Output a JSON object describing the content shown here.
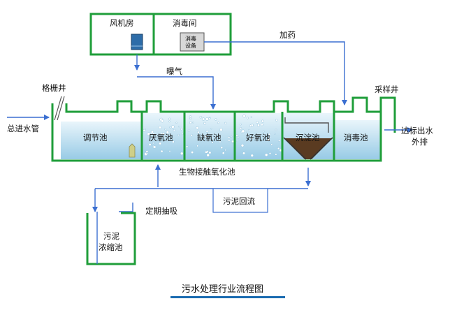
{
  "colors": {
    "wall": "#1f9e3a",
    "water_top": "#e9f5fb",
    "water_bottom": "#98cbe6",
    "flow": "#3b6fd1",
    "sludge": "#5a3b21",
    "caption_bar": "#1a6bb0",
    "text": "#111111"
  },
  "labels": {
    "fan_room": "风机房",
    "disinfect_room": "消毒间",
    "disinfect_device_l1": "消毒",
    "disinfect_device_l2": "设备",
    "dosing": "加药",
    "aeration": "曝气",
    "grille_well": "格栅井",
    "sampling_well": "采样井",
    "inlet_pipe": "总进水管",
    "outlet_l1": "达标出水",
    "outlet_l2": "外排",
    "reactor_group": "生物接触氧化池",
    "sludge_return": "污泥回流",
    "periodic_pumping": "定期抽吸",
    "sludge_thickener_l1": "污泥",
    "sludge_thickener_l2": "浓缩池"
  },
  "tanks": [
    {
      "id": "regulating",
      "label": "调节池"
    },
    {
      "id": "anaerobic",
      "label": "厌氧池"
    },
    {
      "id": "anoxic",
      "label": "缺氧池"
    },
    {
      "id": "aerobic",
      "label": "好氧池"
    },
    {
      "id": "sedimentation",
      "label": "沉淀池"
    },
    {
      "id": "disinfection",
      "label": "消毒池"
    }
  ],
  "caption": "污水处理行业流程图"
}
